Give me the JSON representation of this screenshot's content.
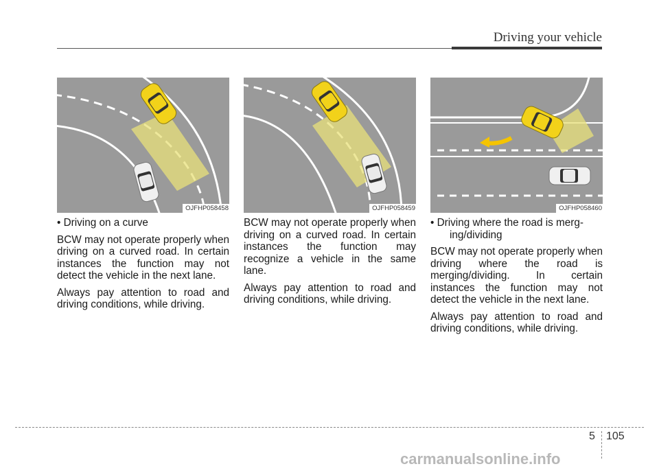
{
  "header": {
    "section_title": "Driving your vehicle"
  },
  "figures": [
    {
      "code": "OJFHP058458"
    },
    {
      "code": "OJFHP058459"
    },
    {
      "code": "OJFHP058460"
    }
  ],
  "columns": [
    {
      "bullet": "• Driving on a curve",
      "paragraphs": [
        "BCW may not operate properly when driving on a curved road. In certain instances the function may not detect the vehicle in the next lane.",
        "Always pay attention to road and driving conditions, while driving."
      ]
    },
    {
      "paragraphs": [
        "BCW may not operate properly when driving on a curved road. In certain instances the function may recognize a vehicle in the same lane.",
        "Always pay attention to road and driving conditions, while driving."
      ]
    },
    {
      "bullet": "• Driving where the road is merg-",
      "bullet_cont": "ing/dividing",
      "paragraphs": [
        "BCW may not operate properly when driving where the road is merging/dividing. In certain instances the function may not detect the vehicle in the next lane.",
        "Always pay attention to road and driving conditions, while driving."
      ]
    }
  ],
  "footer": {
    "chapter": "5",
    "page": "105",
    "watermark": "carmanualsonline.info"
  },
  "colors": {
    "road": "#9a9a9a",
    "yellow_car": "#f2d21a",
    "zone": "#e8e07a",
    "arrow": "#f5c400"
  }
}
